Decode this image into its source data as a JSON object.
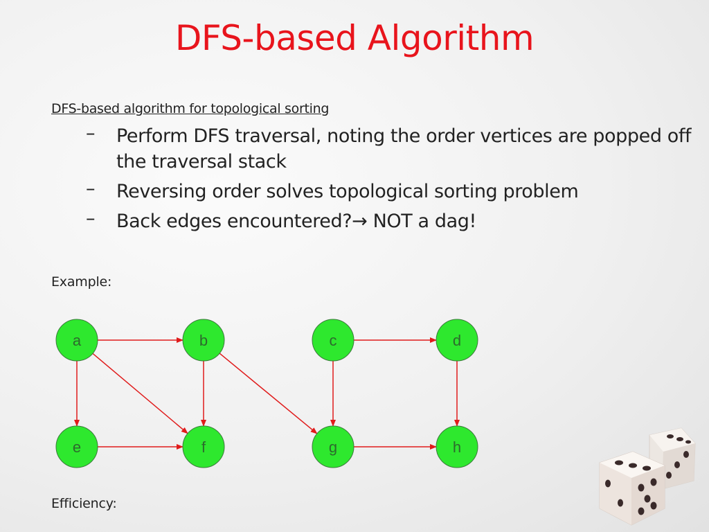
{
  "slide": {
    "title": "DFS-based Algorithm",
    "intro": "DFS-based algorithm for topological sorting",
    "bullets": [
      {
        "dash": "–",
        "text": "Perform DFS traversal, noting the order vertices are popped off the traversal stack"
      },
      {
        "dash": "–",
        "text": "Reversing order solves topological sorting problem"
      },
      {
        "dash": "–",
        "text": "Back edges encountered?→ NOT a dag!"
      }
    ],
    "example_label": "Example:",
    "efficiency_label": "Efficiency:"
  },
  "graph": {
    "nodes": [
      "a",
      "b",
      "c",
      "d",
      "e",
      "f",
      "g",
      "h"
    ],
    "edges": [
      [
        "a",
        "b"
      ],
      [
        "a",
        "e"
      ],
      [
        "a",
        "f"
      ],
      [
        "b",
        "f"
      ],
      [
        "b",
        "g"
      ],
      [
        "c",
        "d"
      ],
      [
        "c",
        "g"
      ],
      [
        "d",
        "h"
      ],
      [
        "e",
        "f"
      ],
      [
        "g",
        "h"
      ]
    ]
  },
  "colors": {
    "title": "#e8141c",
    "node_fill": "#2ee82e",
    "node_stroke": "#3b7a3b",
    "edge": "#e01b1b"
  }
}
